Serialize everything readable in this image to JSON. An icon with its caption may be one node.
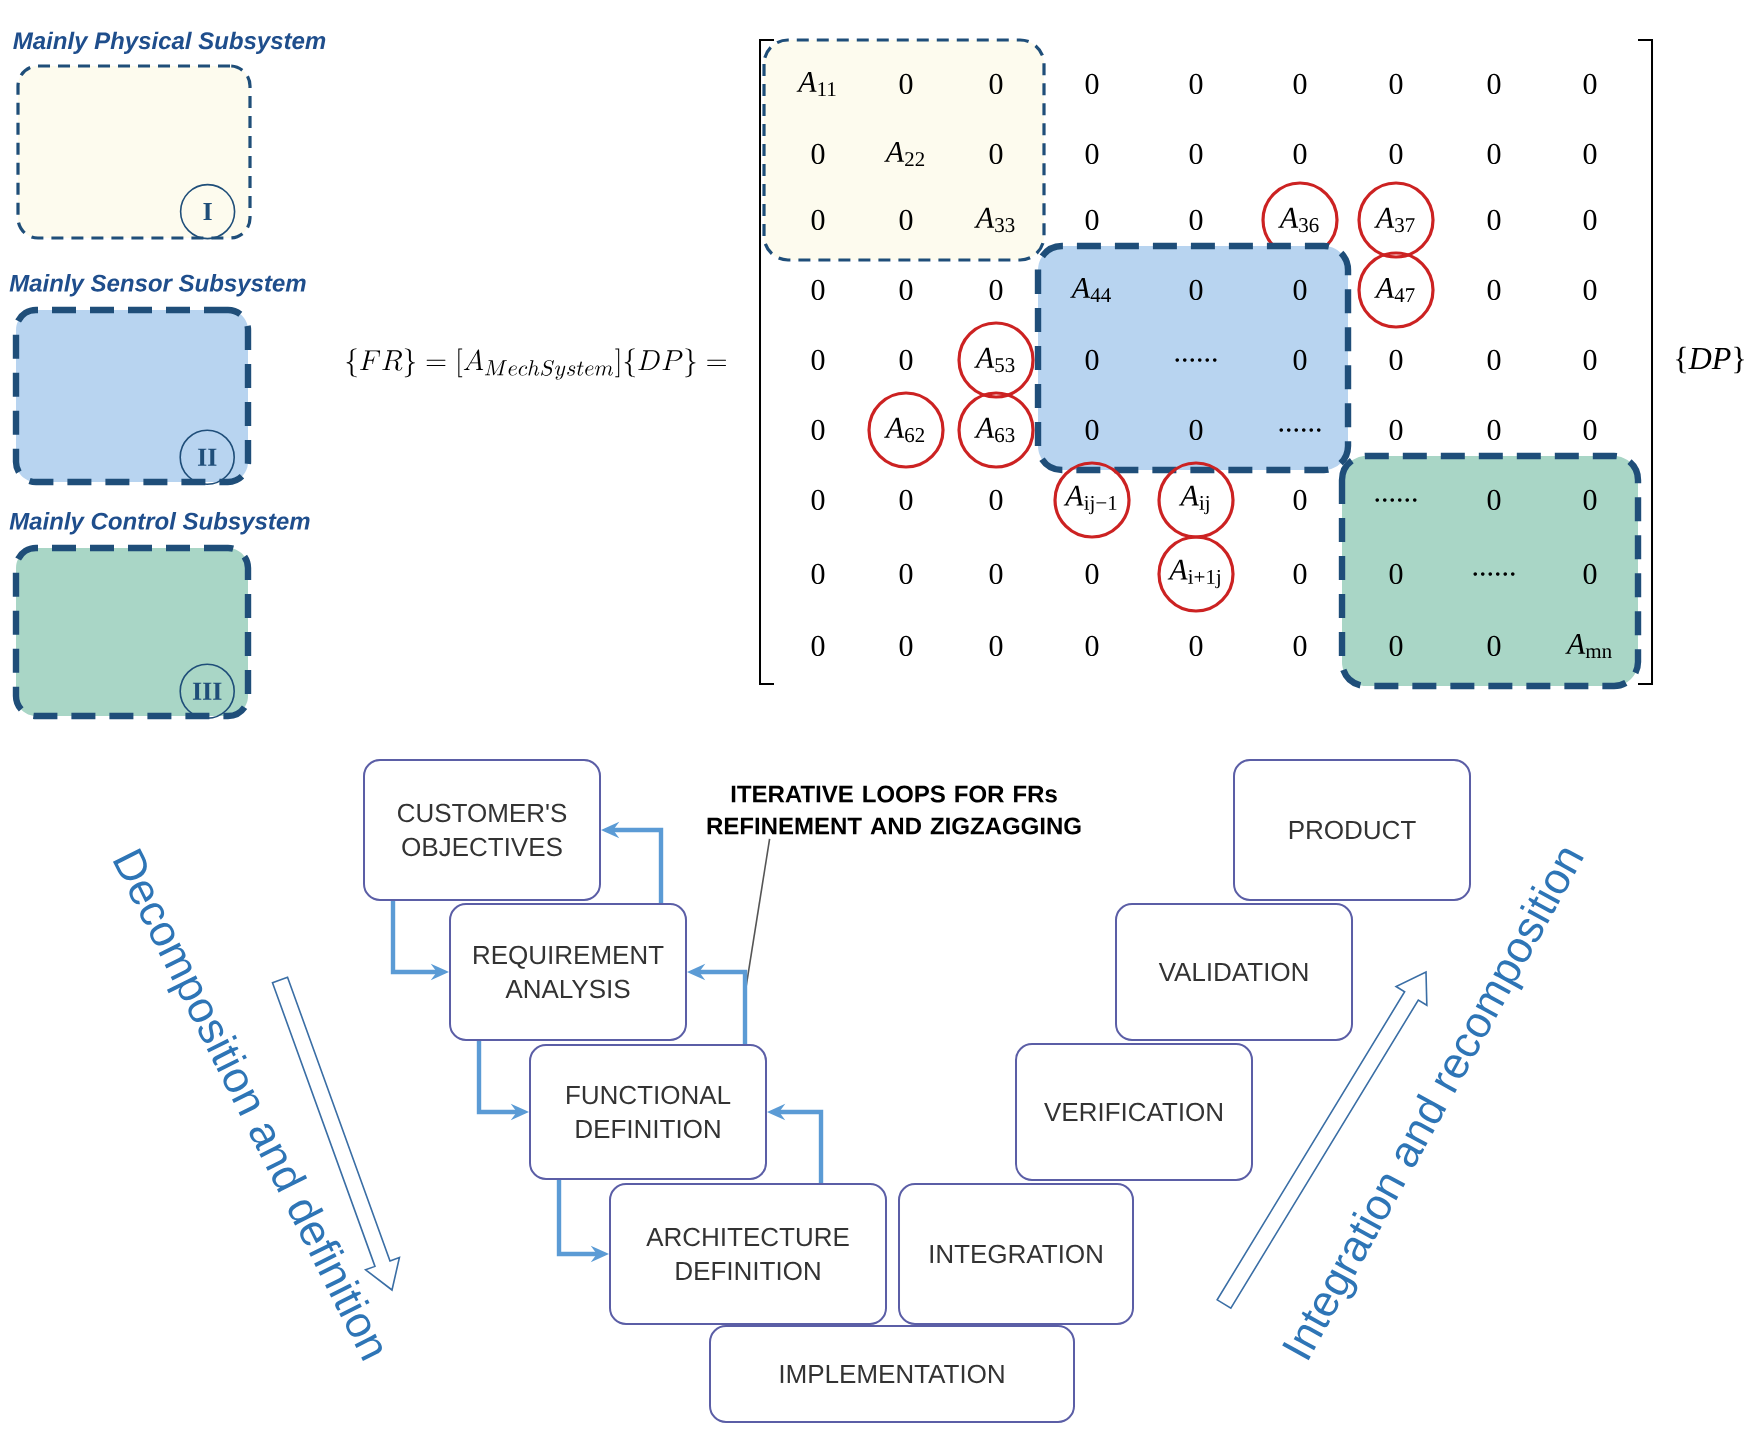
{
  "diagram": {
    "nodes": [
      {
        "text": [
          "Mainly Physical Subsystem"
        ]
      },
      {
        "text": [
          "I"
        ],
        "in": 0
      },
      {
        "text": [
          "Mainly Sensor Subsystem"
        ]
      },
      {
        "text": [
          "II"
        ],
        "in": 2
      },
      {
        "text": [
          "Mainly Control Subsystem"
        ]
      },
      {
        "text": [
          "III"
        ],
        "in": 4
      },
      {
        "text": [
          "*A*$_{11}$",
          "0",
          "0",
          "0",
          "*A*$_{22}$",
          "0",
          "0",
          "0",
          "*A*$_{33}$"
        ]
      },
      {
        "text": [
          "*A*$_{36}$"
        ]
      },
      {
        "text": [
          "*A*$_{37}$"
        ]
      },
      {
        "text": [
          "*A*$_{44}$",
          "0",
          "0",
          "0",
          "......",
          "0",
          "0",
          "0",
          "......"
        ]
      },
      {
        "text": [
          "*A*$_{47}$"
        ]
      },
      {
        "text": [
          "*A*$_{53}$"
        ]
      },
      {
        "text": [
          "*A*$_{62}$"
        ]
      },
      {
        "text": [
          "*A*$_{63}$"
        ]
      },
      {
        "text": [
          "*A*$_{ij−1}$"
        ]
      },
      {
        "text": [
          "*A*$_{ij}$"
        ]
      },
      {
        "text": [
          "......",
          "0",
          "0",
          "0",
          "......",
          "0",
          "0",
          "0",
          "*A*$_{mn}$"
        ]
      },
      {
        "text": [
          "*A*$_{i+1j}$"
        ]
      },
      {
        "text": [
          "CUSTOMER'S OBJECTIVES"
        ]
      },
      {
        "text": [
          "ITERATIVE LOOPS FOR FRs REFINEMENT AND ZIGZAGGING"
        ]
      },
      {
        "text": [
          "PRODUCT"
        ]
      },
      {
        "text": [
          "REQUIREMENT ANALYSIS"
        ]
      },
      {
        "text": [
          "VALIDATION"
        ]
      },
      {
        "text": [
          "FUNCTIONAL DEFINITION"
        ]
      },
      {
        "text": [
          "VERIFICATION"
        ]
      },
      {
        "text": [
          "ARCHITECTURE DEFINITION"
        ]
      },
      {
        "text": [
          "INTEGRATION"
        ]
      },
      {
        "text": [
          "IMPLEMENTATION"
        ]
      }
    ],
    "edges": [
      {
        "from": 18,
        "to": 21,
        "arrow": "to"
      },
      {
        "from": 21,
        "to": 18,
        "arrow": "to"
      },
      {
        "from": 21,
        "to": 23,
        "arrow": "to"
      },
      {
        "from": 23,
        "to": 21,
        "arrow": "to"
      },
      {
        "from": 23,
        "to": 25,
        "arrow": "to"
      },
      {
        "from": 25,
        "to": 23,
        "arrow": "to"
      },
      {
        "from": 19,
        "to": null,
        "arrow": "none",
        "color": "#555555"
      }
    ],
    "labels": [
      "\\{FR\\}=[A_{MechSystem}]\\{DP\\}=",
      "0",
      "0",
      "0",
      "0",
      "0",
      "0",
      "0",
      "0",
      "0",
      "0",
      "0",
      "0",
      "0",
      "0",
      "0",
      "0",
      "0",
      "0",
      "0",
      "0",
      "0",
      "0",
      "0",
      "0",
      "0",
      "0",
      "0",
      "0",
      "0",
      "0",
      "0",
      "0",
      "0",
      "0",
      "0",
      "0",
      "0",
      "0",
      "0",
      "0",
      "0",
      "0",
      "0",
      "0",
      "0",
      "{*DP*}",
      "Decomposition and definition",
      "Integration and recomposition"
    ]
  }
}
